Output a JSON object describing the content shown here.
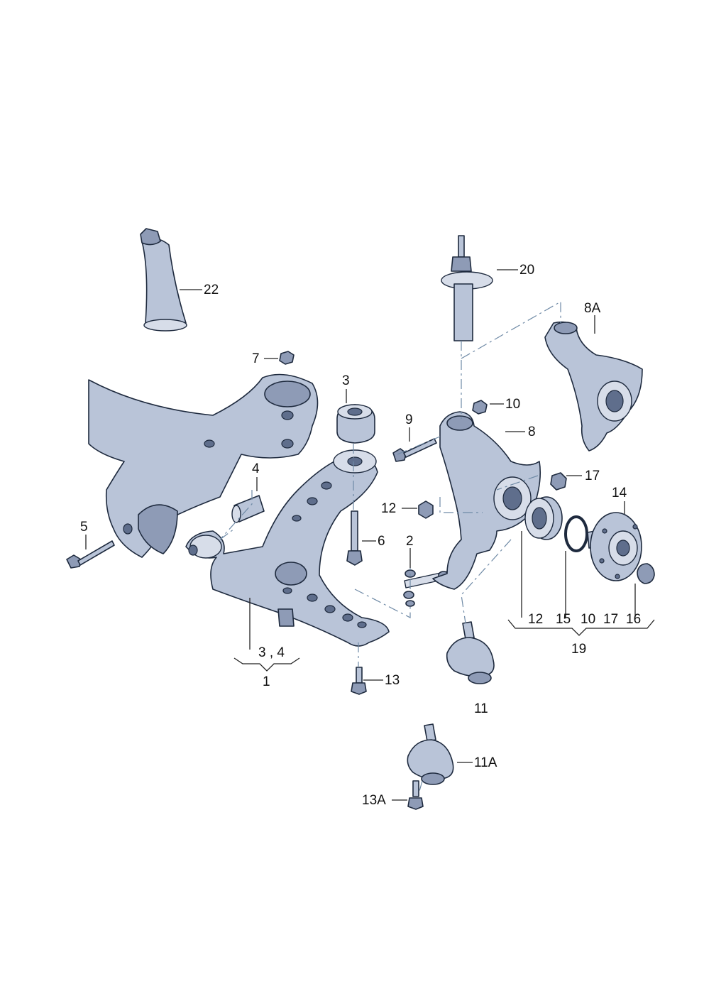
{
  "labels": {
    "l22": "22",
    "l20": "20",
    "l8A": "8A",
    "l7": "7",
    "l3": "3",
    "l10": "10",
    "l9": "9",
    "l8": "8",
    "l17": "17",
    "l4": "4",
    "l14": "14",
    "l12": "12",
    "l5": "5",
    "l6": "6",
    "l2": "2",
    "g19_12": "12",
    "g19_15": "15",
    "g19_10": "10",
    "g19_17": "17",
    "g19_16": "16",
    "l19": "19",
    "g1_34": "3 , 4",
    "l1": "1",
    "l13": "13",
    "l11": "11",
    "l11A": "11A",
    "l13A": "13A"
  }
}
